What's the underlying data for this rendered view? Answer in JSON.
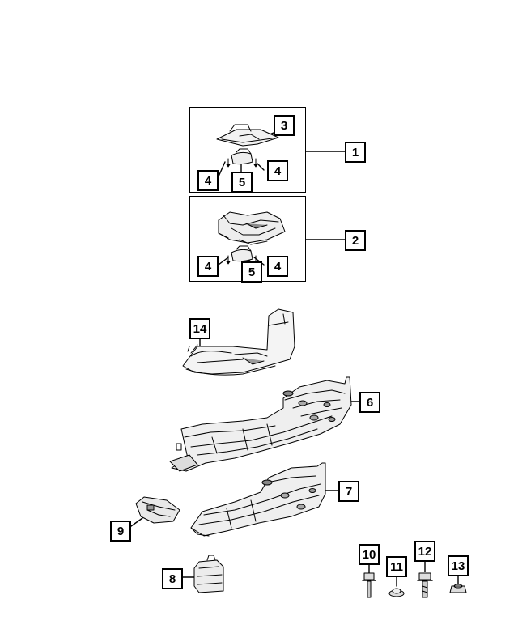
{
  "diagram": {
    "callouts": {
      "c1": "1",
      "c2": "2",
      "c3": "3",
      "c4a": "4",
      "c4b": "4",
      "c4c": "4",
      "c4d": "4",
      "c5a": "5",
      "c5b": "5",
      "c6": "6",
      "c7": "7",
      "c8": "8",
      "c9": "9",
      "c10": "10",
      "c11": "11",
      "c12": "12",
      "c13": "13",
      "c14": "14"
    }
  }
}
